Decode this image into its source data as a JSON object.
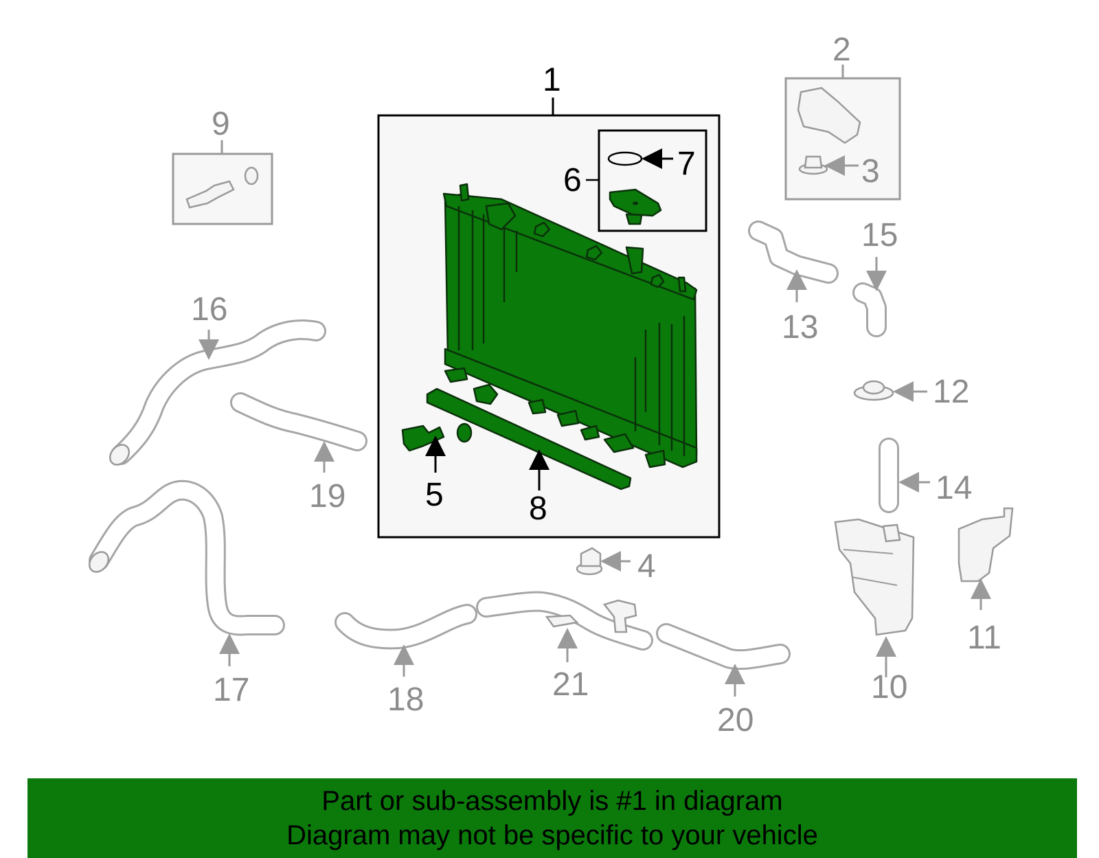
{
  "diagram": {
    "callouts": {
      "c1": "1",
      "c2": "2",
      "c3": "3",
      "c4": "4",
      "c5": "5",
      "c6": "6",
      "c7": "7",
      "c8": "8",
      "c9": "9",
      "c10": "10",
      "c11": "11",
      "c12": "12",
      "c13": "13",
      "c14": "14",
      "c15": "15",
      "c16": "16",
      "c17": "17",
      "c18": "18",
      "c19": "19",
      "c20": "20",
      "c21": "21"
    },
    "highlighted_part": "1",
    "colors": {
      "highlight": "#0a7a0a",
      "other_parts": "#9a9a9a",
      "banner": "#0b7a0b"
    }
  },
  "banner": {
    "line1": "Part or sub-assembly is #1 in diagram",
    "line2": "Diagram may not be specific to your vehicle"
  }
}
